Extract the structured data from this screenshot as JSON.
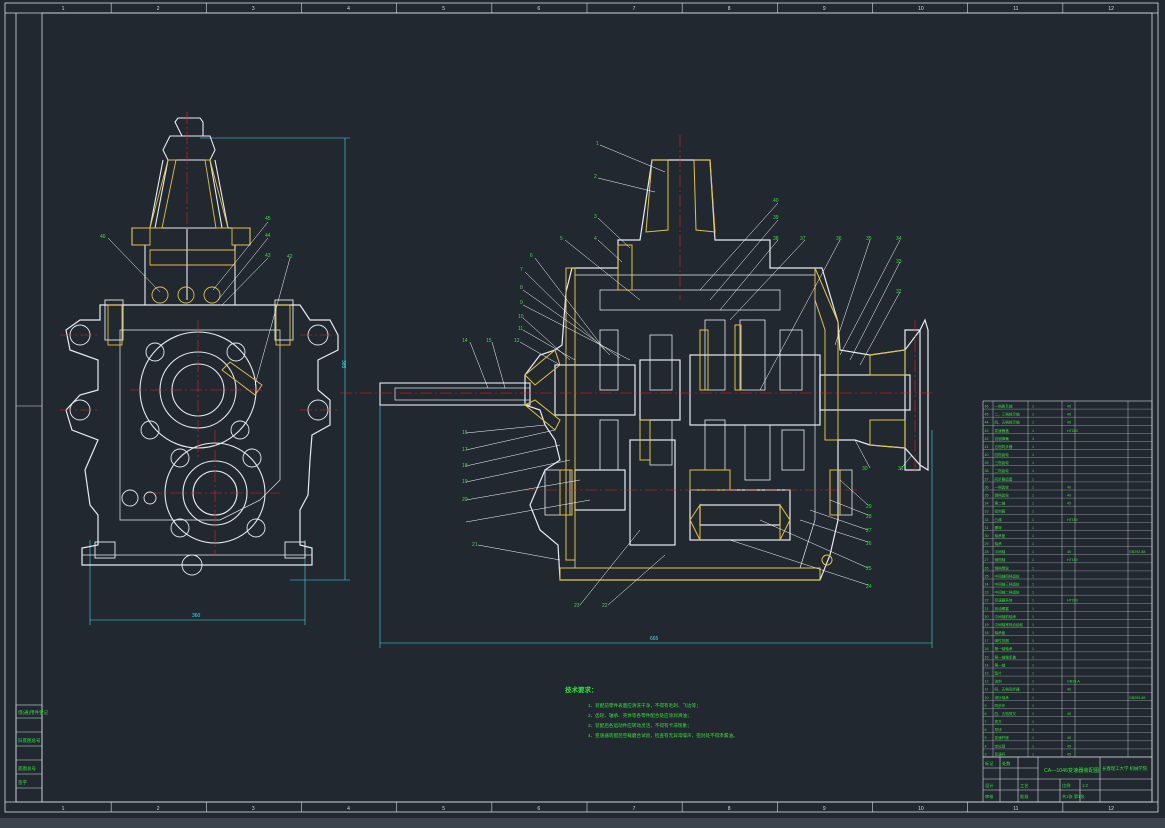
{
  "colors": {
    "background": "#212830",
    "frame": "#d8dde2",
    "outline": "#e8ecf0",
    "centerline": "#e0242a",
    "dimension": "#3ee0ee",
    "leader": "#ffffff",
    "hatch": "#e3c23e",
    "notes": "#38e038",
    "table_text": "#38e038"
  },
  "frame": {
    "columns": [
      "1",
      "2",
      "3",
      "4",
      "5",
      "6",
      "7",
      "8",
      "9",
      "10",
      "11",
      "12"
    ],
    "left_stamp_rows": [
      "借(通)用件登记",
      "",
      "旧底图总号",
      "",
      "底图总号",
      "签字"
    ]
  },
  "drawing": {
    "side_view": {
      "callouts": [
        "46",
        "45",
        "44",
        "43",
        "42"
      ],
      "dims": {
        "width": "360",
        "height": "385"
      }
    },
    "section_view": {
      "callouts_top": [
        "1",
        "2",
        "3",
        "4",
        "5",
        "6",
        "7",
        "8",
        "9",
        "10",
        "11",
        "12",
        "14",
        "15"
      ],
      "callouts_upper_right": [
        "40",
        "39",
        "38",
        "37",
        "36",
        "35",
        "34",
        "33",
        "32"
      ],
      "callouts_left": [
        "16",
        "17",
        "18",
        "19",
        "20",
        "21"
      ],
      "callouts_right": [
        "31",
        "30",
        "29",
        "28",
        "27",
        "26",
        "25",
        "24"
      ],
      "callouts_bottom": [
        "23",
        "22"
      ],
      "dims": {
        "length": "665"
      }
    },
    "notes": {
      "title": "技术要求：",
      "items": [
        "1、装配前零件表面应清洗干净，不得有毛刺、飞边等；",
        "2、齿轮、轴承、壳体等各零件配合处应涂润滑油；",
        "3、装配后各运动件应转动灵活，不得有卡滞现象；",
        "4、变速器装配后空载磨合试验，检查有无异常噪声，密封处不得渗漏油。"
      ]
    }
  },
  "bom": {
    "rows": [
      {
        "no": "46",
        "name": "一档拨叉轴",
        "qty": "1",
        "mat": "45",
        "note": ""
      },
      {
        "no": "45",
        "name": "二、三档拨叉轴",
        "qty": "1",
        "mat": "45",
        "note": ""
      },
      {
        "no": "44",
        "name": "四、五档拨叉轴",
        "qty": "1",
        "mat": "45",
        "note": ""
      },
      {
        "no": "43",
        "name": "变速器盖",
        "qty": "1",
        "mat": "HT200",
        "note": ""
      },
      {
        "no": "42",
        "name": "自锁弹簧",
        "qty": "3",
        "mat": "",
        "note": ""
      },
      {
        "no": "41",
        "name": "五档同步器",
        "qty": "1",
        "mat": "",
        "note": ""
      },
      {
        "no": "40",
        "name": "四档齿轮",
        "qty": "1",
        "mat": "",
        "note": ""
      },
      {
        "no": "39",
        "name": "三档齿轮",
        "qty": "1",
        "mat": "",
        "note": ""
      },
      {
        "no": "38",
        "name": "二档齿轮",
        "qty": "1",
        "mat": "",
        "note": ""
      },
      {
        "no": "37",
        "name": "同步器齿套",
        "qty": "1",
        "mat": "",
        "note": ""
      },
      {
        "no": "36",
        "name": "一档齿轮",
        "qty": "1",
        "mat": "40",
        "note": ""
      },
      {
        "no": "35",
        "name": "倒档齿轮",
        "qty": "1",
        "mat": "40",
        "note": ""
      },
      {
        "no": "34",
        "name": "第二轴",
        "qty": "1",
        "mat": "45",
        "note": ""
      },
      {
        "no": "33",
        "name": "密封圈",
        "qty": "1",
        "mat": "",
        "note": ""
      },
      {
        "no": "32",
        "name": "凸缘",
        "qty": "1",
        "mat": "HT150",
        "note": ""
      },
      {
        "no": "31",
        "name": "螺母",
        "qty": "1",
        "mat": "",
        "note": ""
      },
      {
        "no": "30",
        "name": "轴承盖",
        "qty": "1",
        "mat": "",
        "note": ""
      },
      {
        "no": "29",
        "name": "轴承",
        "qty": "1",
        "mat": "",
        "note": ""
      },
      {
        "no": "28",
        "name": "中间轴",
        "qty": "1",
        "mat": "45",
        "note": "GB292-88"
      },
      {
        "no": "27",
        "name": "倒档轴",
        "qty": "1",
        "mat": "HT150",
        "note": ""
      },
      {
        "no": "26",
        "name": "倒档惰轮",
        "qty": "1",
        "mat": "",
        "note": ""
      },
      {
        "no": "25",
        "name": "中间轴四档齿轮",
        "qty": "1",
        "mat": "",
        "note": ""
      },
      {
        "no": "24",
        "name": "中间轴三档齿轮",
        "qty": "1",
        "mat": "",
        "note": ""
      },
      {
        "no": "23",
        "name": "中间轴二档齿轮",
        "qty": "1",
        "mat": "",
        "note": ""
      },
      {
        "no": "22",
        "name": "变速器壳体",
        "qty": "1",
        "mat": "HT200",
        "note": ""
      },
      {
        "no": "21",
        "name": "放油螺塞",
        "qty": "1",
        "mat": "",
        "note": ""
      },
      {
        "no": "20",
        "name": "中间轴前轴承",
        "qty": "1",
        "mat": "",
        "note": ""
      },
      {
        "no": "19",
        "name": "中间轴常啮合齿轮",
        "qty": "1",
        "mat": "",
        "note": ""
      },
      {
        "no": "18",
        "name": "轴承盖",
        "qty": "1",
        "mat": "",
        "note": ""
      },
      {
        "no": "17",
        "name": "弹性挡圈",
        "qty": "1",
        "mat": "",
        "note": ""
      },
      {
        "no": "16",
        "name": "第一轴轴承",
        "qty": "1",
        "mat": "",
        "note": ""
      },
      {
        "no": "15",
        "name": "第一轴轴承盖",
        "qty": "1",
        "mat": "",
        "note": ""
      },
      {
        "no": "14",
        "name": "第一轴",
        "qty": "1",
        "mat": "",
        "note": ""
      },
      {
        "no": "13",
        "name": "垫片",
        "qty": "1",
        "mat": "",
        "note": ""
      },
      {
        "no": "12",
        "name": "油封",
        "qty": "1",
        "mat": "GB35-A",
        "note": ""
      },
      {
        "no": "11",
        "name": "四、五档同步器",
        "qty": "1",
        "mat": "40",
        "note": ""
      },
      {
        "no": "10",
        "name": "滚针轴承",
        "qty": "1",
        "mat": "",
        "note": "GB290-89"
      },
      {
        "no": "9",
        "name": "同步环",
        "qty": "1",
        "mat": "",
        "note": ""
      },
      {
        "no": "8",
        "name": "四、五档拨叉",
        "qty": "1",
        "mat": "45",
        "note": ""
      },
      {
        "no": "7",
        "name": "拨叉",
        "qty": "1",
        "mat": "",
        "note": ""
      },
      {
        "no": "6",
        "name": "导块",
        "qty": "1",
        "mat": "",
        "note": ""
      },
      {
        "no": "5",
        "name": "变速杆座",
        "qty": "1",
        "mat": "45",
        "note": ""
      },
      {
        "no": "4",
        "name": "定位销",
        "qty": "1",
        "mat": "45",
        "note": ""
      },
      {
        "no": "3",
        "name": "变速杆",
        "qty": "1",
        "mat": "45",
        "note": ""
      }
    ],
    "title_block": {
      "drawing_title": "CA—1046变速器装配图",
      "school": "长春理工大学  机械学院",
      "scale_label": "比例",
      "scale": "1:2",
      "sheet_label": "共1张 第1张",
      "labels": [
        "设计",
        "审核",
        "工艺",
        "批准",
        "标记",
        "处数"
      ]
    }
  }
}
